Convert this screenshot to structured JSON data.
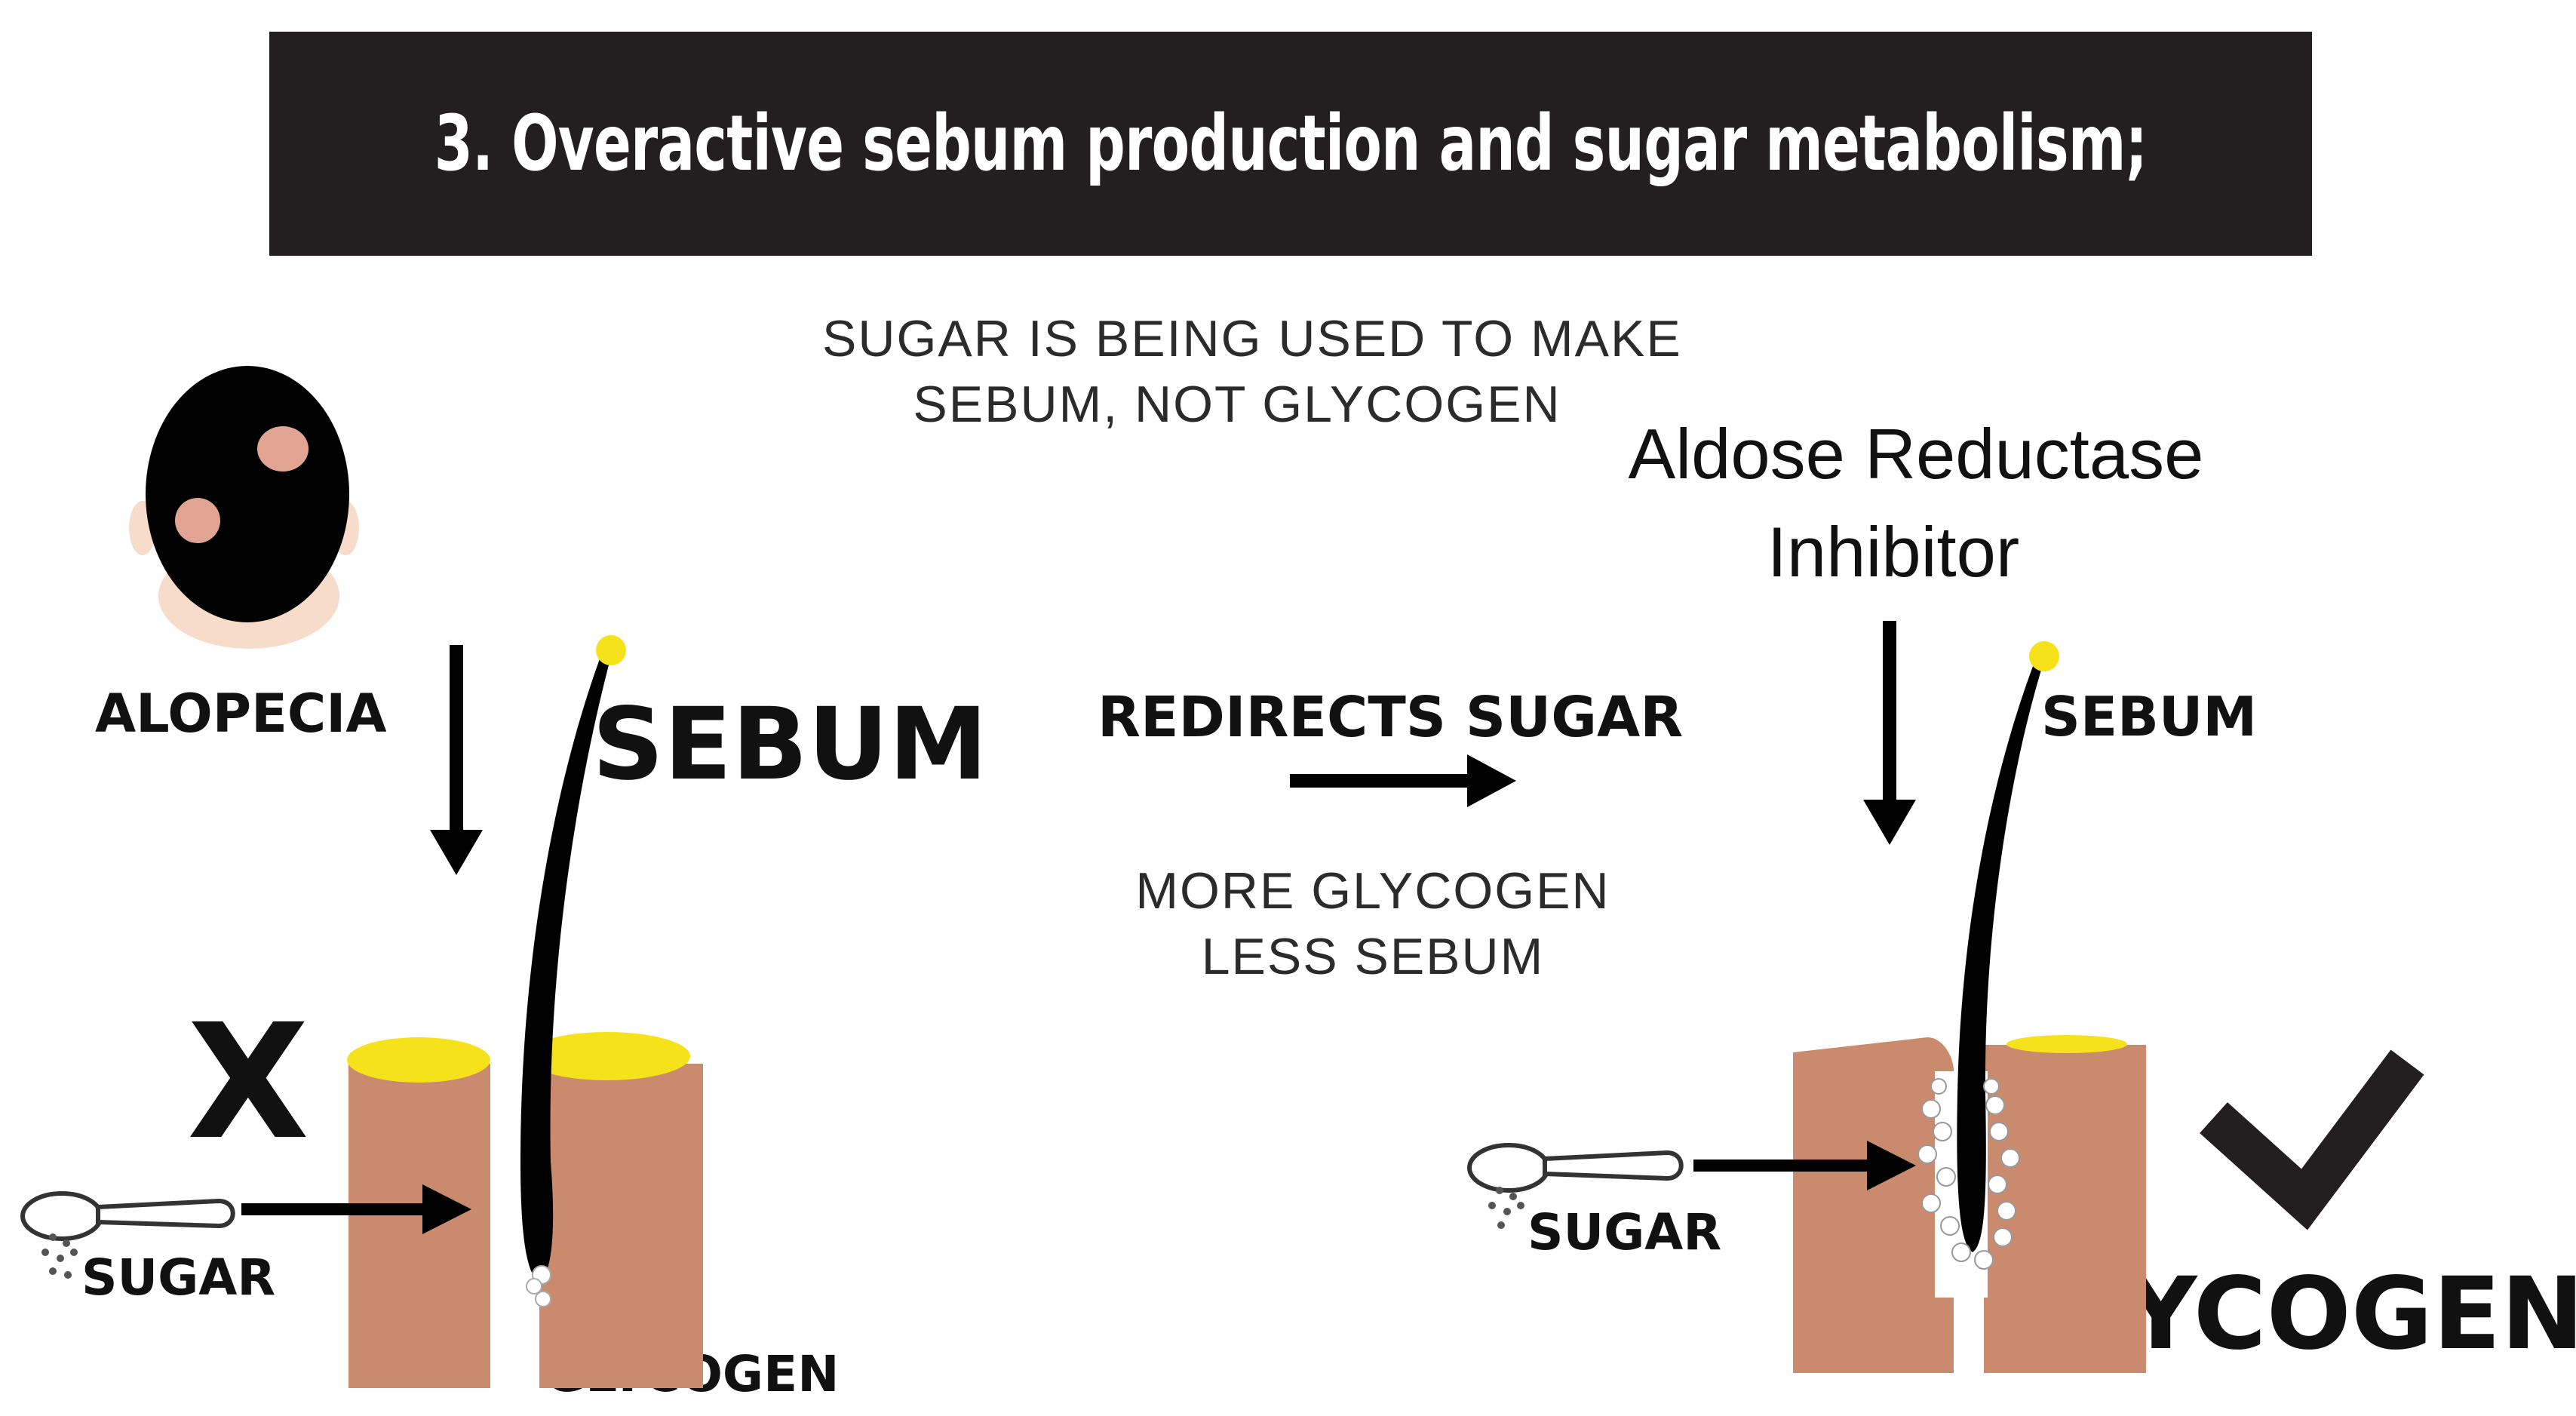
{
  "title": "3. Overactive sebum production and sugar metabolism;",
  "caption_top": [
    "SUGAR IS BEING USED TO MAKE",
    "SEBUM, NOT GLYCOGEN"
  ],
  "left": {
    "alopecia_label": "ALOPECIA",
    "sebum_label": "SEBUM",
    "x_mark": "X",
    "sugar_label": "SUGAR",
    "glycogen_label": "GLYCOGEN"
  },
  "middle": {
    "redirects_label": "REDIRECTS SUGAR",
    "result_lines": [
      "MORE GLYCOGEN",
      "LESS SEBUM"
    ]
  },
  "right": {
    "inhibitor_lines": [
      "Aldose Reductase",
      "Inhibitor"
    ],
    "sebum_label": "SEBUM",
    "sugar_label": "SUGAR",
    "glycogen_label": "GLYCOGEN"
  },
  "colors": {
    "banner": "#231f20",
    "skin": "#c98a6e",
    "sebum_yellow": "#f6e21b",
    "hair": "#000000",
    "scalp_spot": "#e2a492",
    "head_skin": "#f7dccb"
  },
  "icons": [
    "head-alopecia-icon",
    "hair-follicle-icon",
    "sugar-spoon-icon",
    "check-icon",
    "arrow-icon"
  ]
}
